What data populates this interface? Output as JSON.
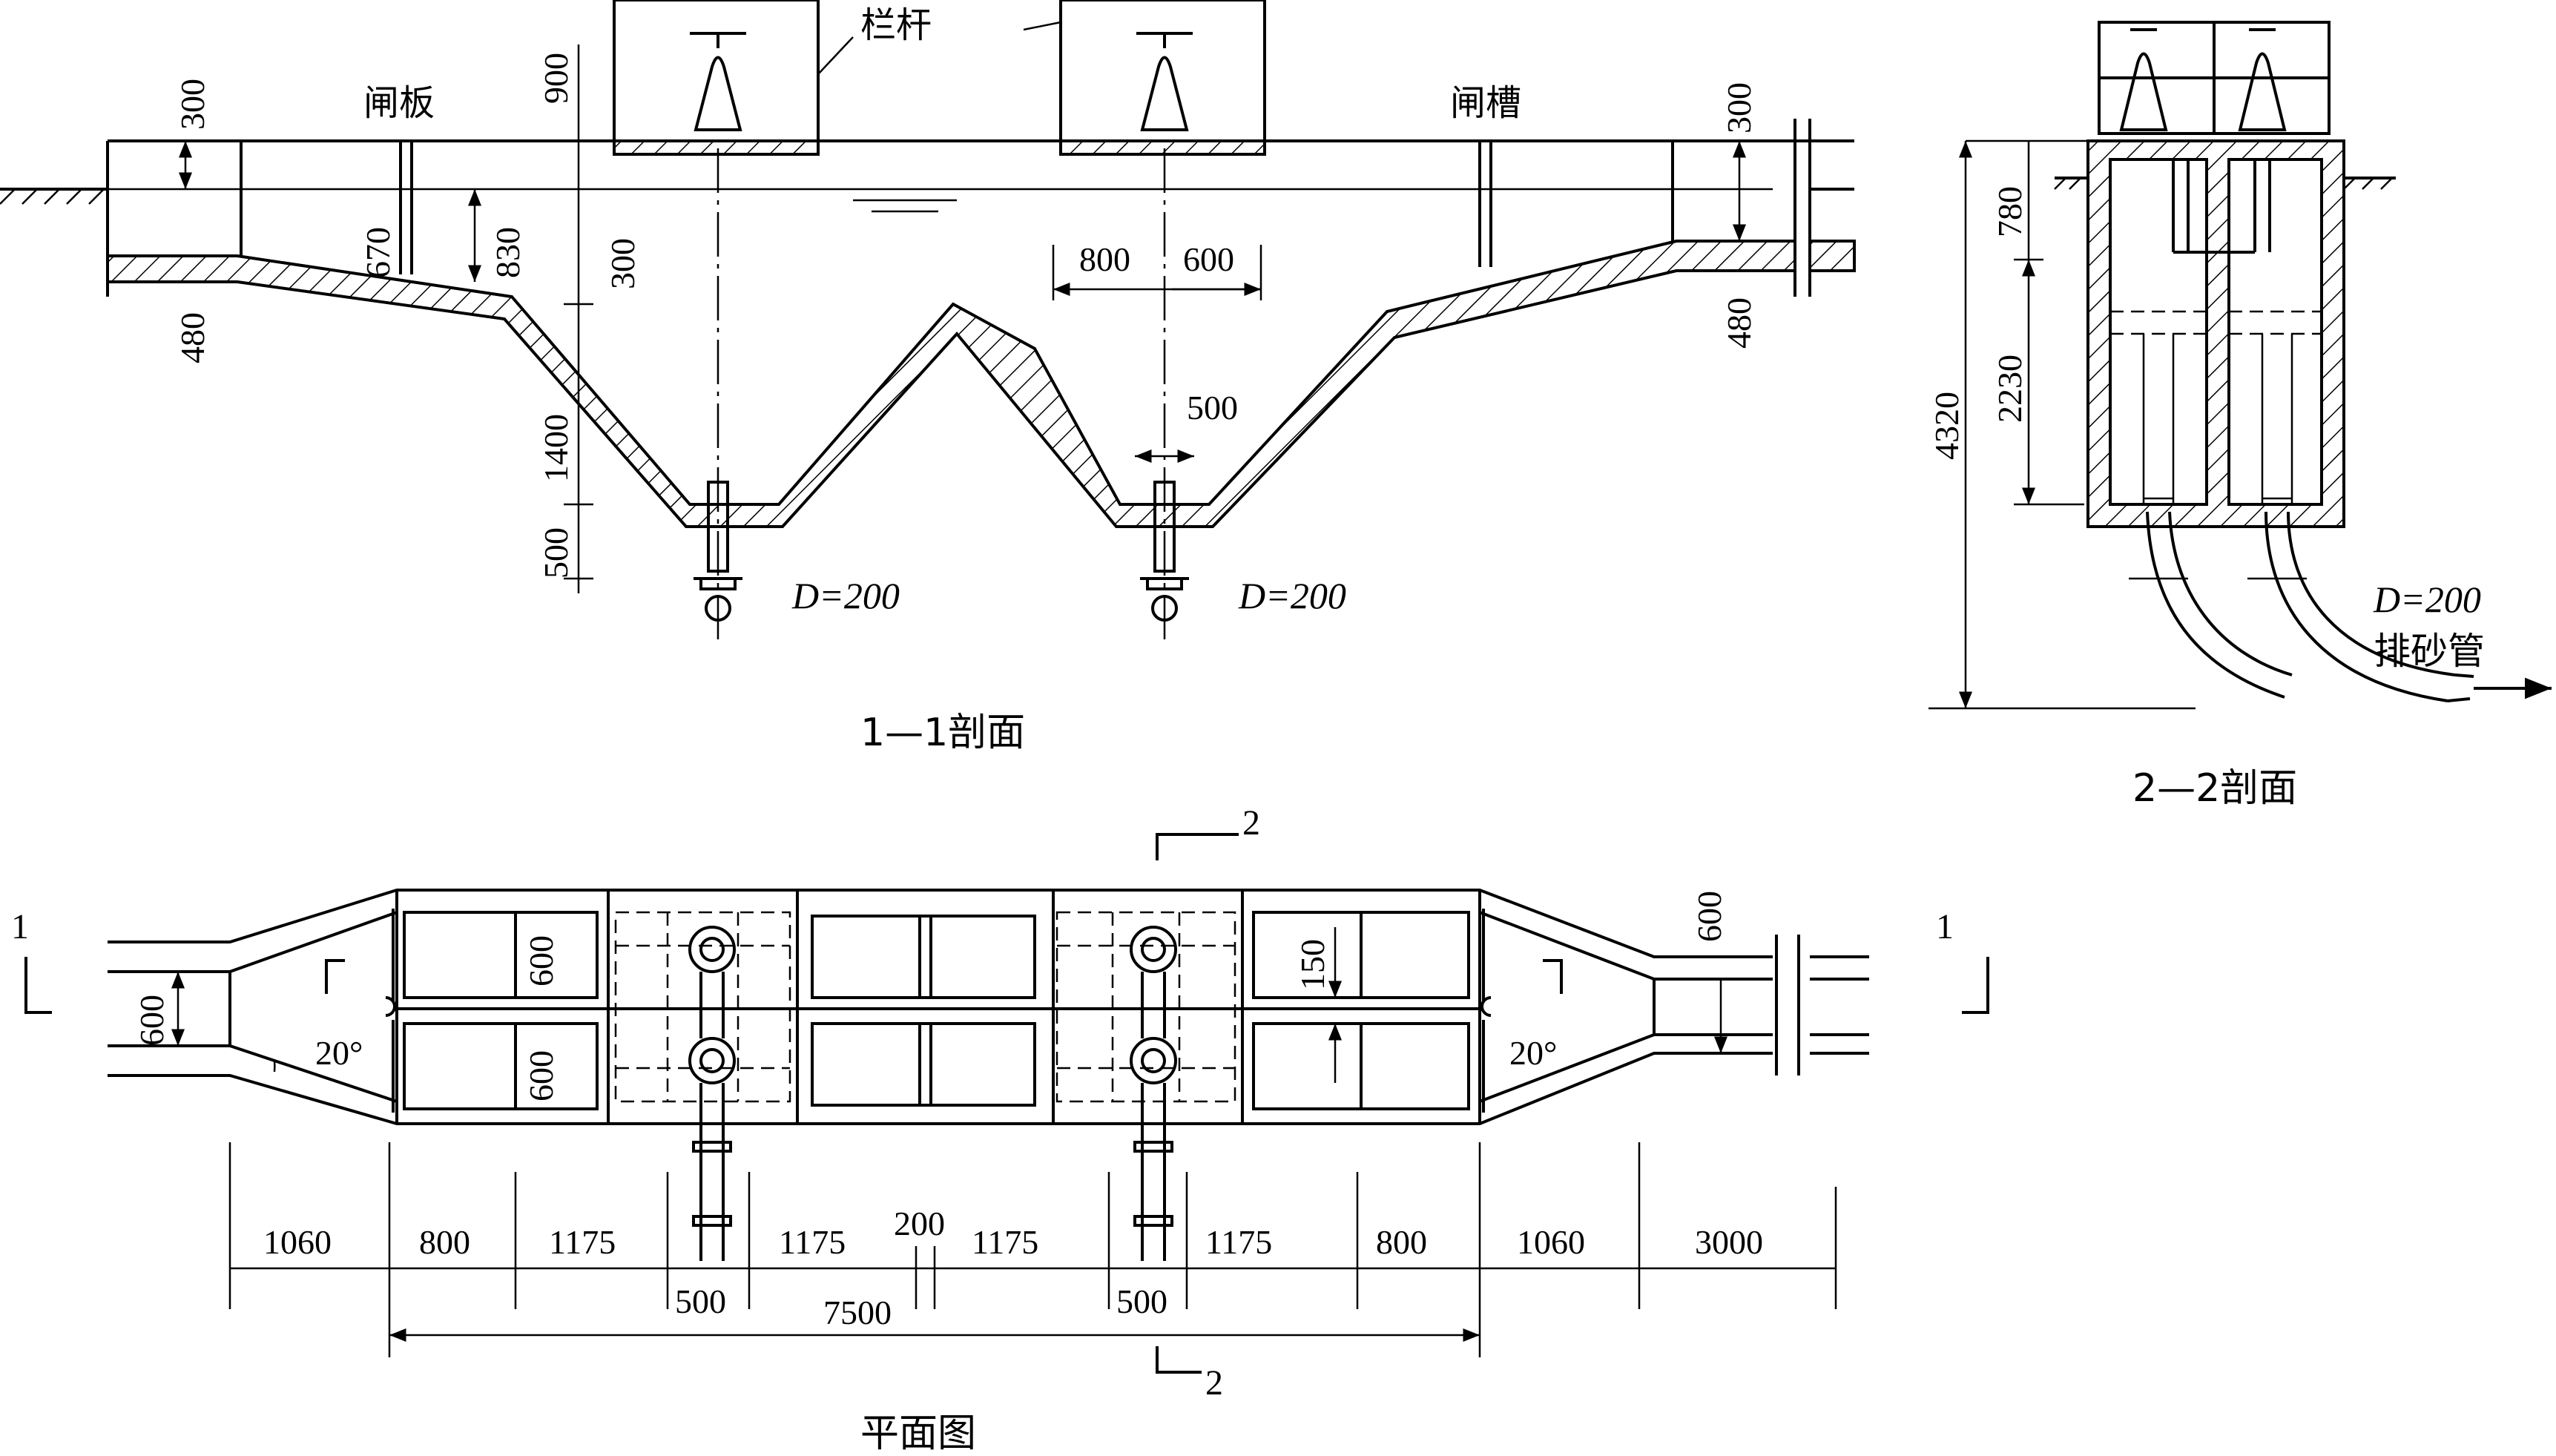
{
  "section11": {
    "title": "1—1剖面",
    "labels": {
      "gate_plate": "闸板",
      "railing": "栏杆",
      "gate_slot": "闸槽"
    },
    "dims": {
      "d300_left": "300",
      "d480_left": "480",
      "d670": "670",
      "d830": "830",
      "d900": "900",
      "d300_mid": "300",
      "d1400": "1400",
      "d500_v": "500",
      "d800": "800",
      "d600": "600",
      "d500_h": "500",
      "d300_right": "300",
      "d480_right": "480"
    },
    "pipes": {
      "left": "D=200",
      "right": "D=200"
    }
  },
  "section22": {
    "title": "2—2剖面",
    "dims": {
      "d780": "780",
      "d2230": "2230",
      "d4320": "4320"
    },
    "pipe_d": "D=200",
    "pipe_label": "排砂管"
  },
  "plan": {
    "title": "平面图",
    "cut1_left": "1",
    "cut1_right": "1",
    "cut2_top": "2",
    "cut2_bottom": "2",
    "dims": {
      "inlet_w": "600",
      "outlet_w": "600",
      "chamber_a": "600",
      "chamber_b": "600",
      "divider": "150",
      "angle_left": "20°",
      "angle_right": "20°"
    },
    "bottom_dims": [
      "1060",
      "800",
      "1175",
      "1175",
      "200",
      "1175",
      "1175",
      "800",
      "1060",
      "3000"
    ],
    "sub_dims": {
      "pipe_left": "500",
      "pipe_right": "500",
      "total": "7500"
    }
  }
}
